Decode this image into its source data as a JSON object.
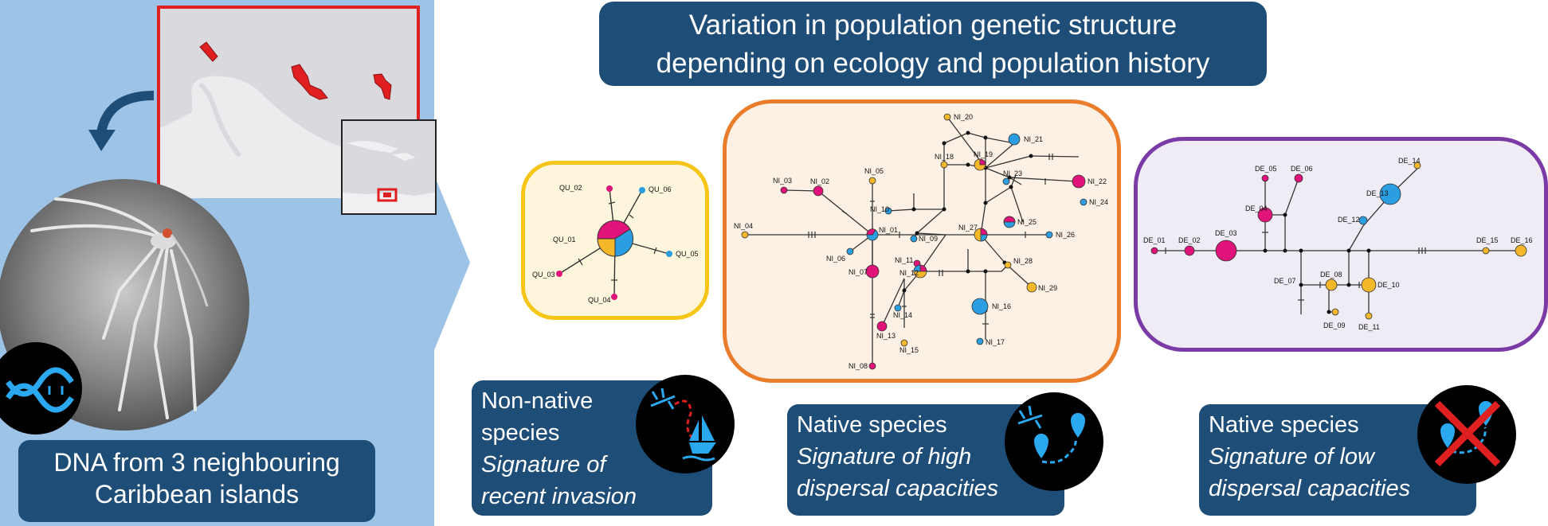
{
  "title": {
    "line1": "Variation in population genetic structure",
    "line2": "depending on ecology and population history"
  },
  "dna_label": {
    "line1": "DNA from 3 neighbouring",
    "line2": "Caribbean islands"
  },
  "panels": [
    {
      "id": "quarantine",
      "label_lines": [
        "Non-native",
        "species"
      ],
      "italic_lines": [
        "Signature of",
        "recent invasion"
      ],
      "border_color": "#f5c518",
      "bg_color": "#fdf6dc",
      "icon": "mosquito-boat-icon"
    },
    {
      "id": "native-high",
      "label_lines": [
        "Native species"
      ],
      "italic_lines": [
        "Signature of high",
        "dispersal capacities"
      ],
      "border_color": "#ea7d2c",
      "bg_color": "#fdf1e6",
      "icon": "mosquito-map-pins-icon"
    },
    {
      "id": "native-low",
      "label_lines": [
        "Native species"
      ],
      "italic_lines": [
        "Signature of low",
        "dispersal capacities"
      ],
      "border_color": "#7b3ba6",
      "bg_color": "#f0ecf5",
      "icon": "crossed-map-pins-icon"
    }
  ],
  "colors": {
    "navy": "#1e4d78",
    "magenta": "#e0137a",
    "yellow": "#f5b82a",
    "blue": "#2a9ee0",
    "island_red": "#e02020",
    "map_frame": "#e02020",
    "left_bg": "#9dc3e6"
  },
  "networks": {
    "qu": {
      "nodes": [
        {
          "id": "QU_01",
          "label": "QU_01"
        },
        {
          "id": "QU_02",
          "label": "QU_02"
        },
        {
          "id": "QU_03",
          "label": "QU_03"
        },
        {
          "id": "QU_04",
          "label": "QU_04"
        },
        {
          "id": "QU_05",
          "label": "QU_05"
        },
        {
          "id": "QU_06",
          "label": "QU_06"
        }
      ]
    },
    "ni": {
      "labels": [
        "NI_01",
        "NI_02",
        "NI_03",
        "NI_04",
        "NI_05",
        "NI_06",
        "NI_07",
        "NI_08",
        "NI_09",
        "NI_10",
        "NI_11",
        "NI_12",
        "NI_13",
        "NI_14",
        "NI_15",
        "NI_16",
        "NI_17",
        "NI_18",
        "NI_19",
        "NI_20",
        "NI_21",
        "NI_22",
        "NI_23",
        "NI_24",
        "NI_25",
        "NI_26",
        "NI_27",
        "NI_28",
        "NI_29"
      ]
    },
    "de": {
      "labels": [
        "DE_01",
        "DE_02",
        "DE_03",
        "DE_04",
        "DE_05",
        "DE_06",
        "DE_07",
        "DE_08",
        "DE_09",
        "DE_10",
        "DE_11",
        "DE_12",
        "DE_13",
        "DE_14",
        "DE_15",
        "DE_16"
      ]
    }
  }
}
